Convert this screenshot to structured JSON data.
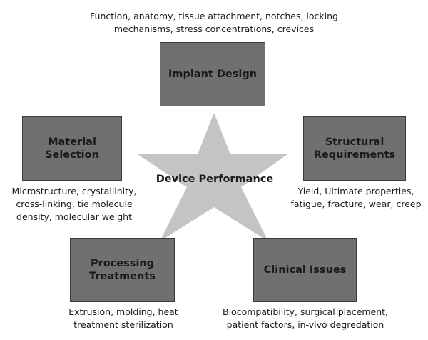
{
  "colors": {
    "box_fill": "#707070",
    "star_fill": "#c4c4c4",
    "text": "#1a1a1a"
  },
  "center": {
    "label": "Device Performance"
  },
  "boxes": {
    "implant_design": {
      "label": "Implant Design",
      "caption": "Function, anatomy, tissue attachment, notches, locking\nmechanisms, stress concentrations, crevices"
    },
    "material_selection": {
      "label": "Material Selection",
      "caption": "Microstructure, crystallinity,\ncross-linking, tie molecule\ndensity, molecular weight"
    },
    "structural_requirements": {
      "label": "Structural\nRequirements",
      "caption": "Yield, Ultimate properties,\nfatigue, fracture, wear, creep"
    },
    "processing_treatments": {
      "label": "Processing\nTreatments",
      "caption": "Extrusion, molding, heat\ntreatment sterilization"
    },
    "clinical_issues": {
      "label": "Clinical Issues",
      "caption": "Biocompatibility, surgical placement,\npatient factors, in-vivo degredation"
    }
  }
}
